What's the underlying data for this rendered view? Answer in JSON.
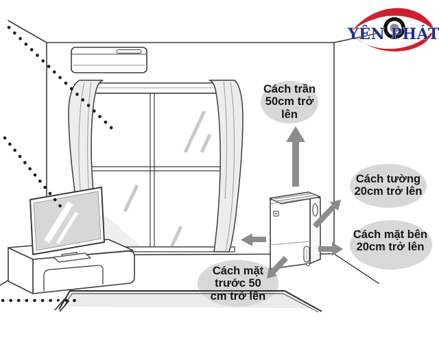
{
  "brand": {
    "name": "YÊN PHÁT"
  },
  "clearance_labels": {
    "ceiling": {
      "line1": "Cách trần",
      "line2": "50cm trở",
      "line3": "lên"
    },
    "wall": {
      "line1": "Cách tường",
      "line2": "20cm trở lên"
    },
    "side": {
      "line1": "Cách mặt bên",
      "line2": "20cm trở lên"
    },
    "front": {
      "line1": "Cách mặt",
      "line2": "trước 50",
      "line3": "cm trở lên"
    }
  },
  "scene": {
    "objects": [
      "air-conditioner",
      "window-with-curtains",
      "television",
      "tv-stand",
      "rug",
      "dehumidifier"
    ],
    "arrow_directions": [
      "up-to-ceiling",
      "up-right-to-wall",
      "right-to-side",
      "left-from-front",
      "down-left-to-front"
    ]
  },
  "colors": {
    "bubble": "#d8d8d8",
    "arrow": "#8c8c8c",
    "line": "#3c3c3c",
    "swoosh": "#cf2030",
    "brand_text": "#202e8c",
    "ring": "#141414",
    "pupil": "#8d8d8d"
  }
}
